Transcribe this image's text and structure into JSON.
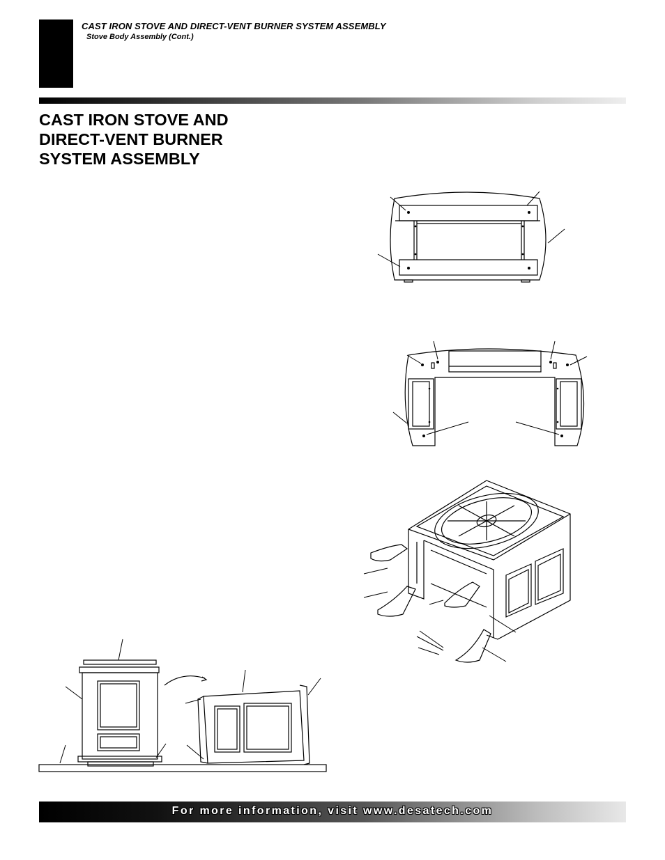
{
  "header": {
    "title": "CAST IRON STOVE AND DIRECT-VENT BURNER SYSTEM ASSEMBLY",
    "subtitle": "Stove Body Assembly (Cont.)"
  },
  "section": {
    "title_lines": [
      "CAST IRON STOVE AND",
      "DIRECT-VENT BURNER",
      "SYSTEM ASSEMBLY"
    ]
  },
  "footer": {
    "text": "For more information, visit www.desatech.com"
  }
}
